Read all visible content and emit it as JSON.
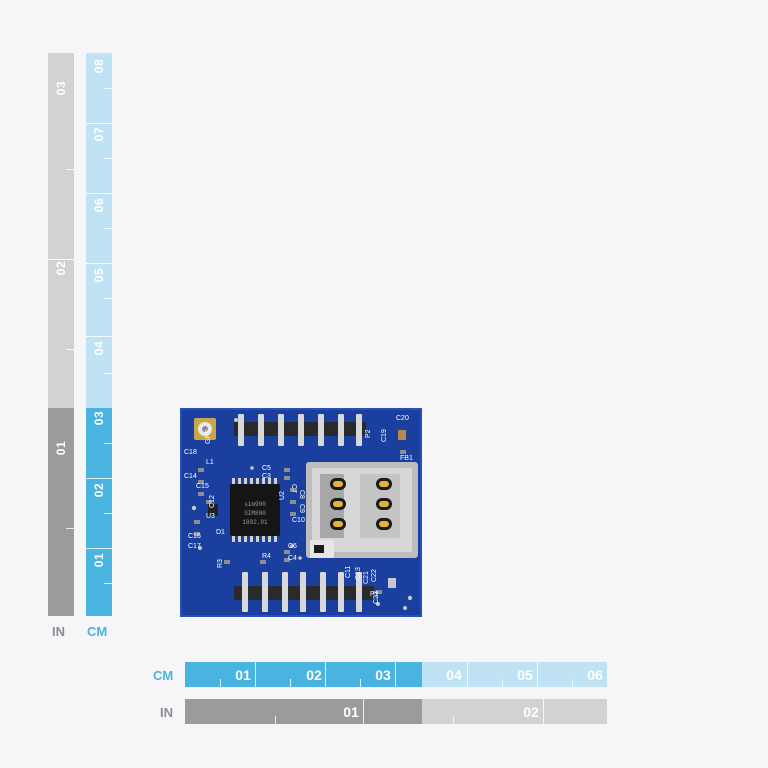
{
  "colors": {
    "cm_dark": "#4ab4e0",
    "cm_light": "#bfe3f4",
    "in_dark": "#9b9b9b",
    "in_light": "#d2d2d2",
    "board_blue": "#1a3f9e",
    "background": "#f6f6f8"
  },
  "vertical_rulers": {
    "in_label": "IN",
    "cm_label": "CM",
    "in_numbers": [
      "01",
      "02",
      "03"
    ],
    "cm_numbers": [
      "01",
      "02",
      "03",
      "04",
      "05",
      "06",
      "07",
      "08"
    ]
  },
  "horizontal_rulers": {
    "cm_label": "CM",
    "in_label": "IN",
    "cm_numbers": [
      "01",
      "02",
      "03",
      "04",
      "05",
      "06"
    ],
    "in_numbers": [
      "01",
      "02"
    ]
  },
  "board": {
    "silkscreen": [
      "GPS",
      "C18",
      "L1",
      "C14",
      "C15",
      "C12",
      "U3",
      "C16",
      "C17",
      "C5",
      "C3",
      "C7",
      "C8",
      "C9",
      "U2",
      "C10",
      "D1",
      "C6",
      "C4",
      "R3",
      "R4",
      "P2",
      "C19",
      "C20",
      "FB1",
      "C13",
      "C21",
      "C22",
      "P1",
      "C23",
      "C11"
    ],
    "chip_text": [
      "sim900",
      "SIM800",
      "1802.01"
    ]
  }
}
